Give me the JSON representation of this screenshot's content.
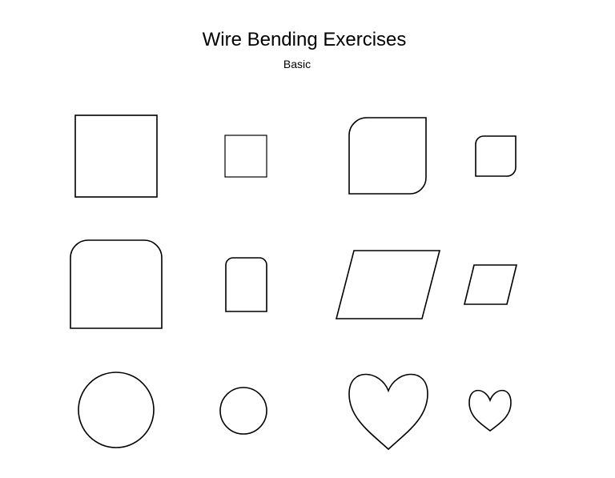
{
  "title": "Wire Bending Exercises",
  "subtitle": "Basic",
  "stroke_color": "#000000",
  "background_color": "#ffffff",
  "shapes": [
    {
      "name": "square-large",
      "shape": "square"
    },
    {
      "name": "square-small",
      "shape": "square"
    },
    {
      "name": "rounded-square-large",
      "shape": "square with rounded corners"
    },
    {
      "name": "rounded-square-small",
      "shape": "square with rounded corners"
    },
    {
      "name": "arch-large",
      "shape": "rectangle with rounded top"
    },
    {
      "name": "arch-small",
      "shape": "rectangle with rounded top"
    },
    {
      "name": "parallelogram-large",
      "shape": "parallelogram"
    },
    {
      "name": "parallelogram-small",
      "shape": "parallelogram"
    },
    {
      "name": "circle-large",
      "shape": "circle"
    },
    {
      "name": "circle-small",
      "shape": "circle"
    },
    {
      "name": "heart-large",
      "shape": "heart"
    },
    {
      "name": "heart-small",
      "shape": "heart"
    }
  ]
}
